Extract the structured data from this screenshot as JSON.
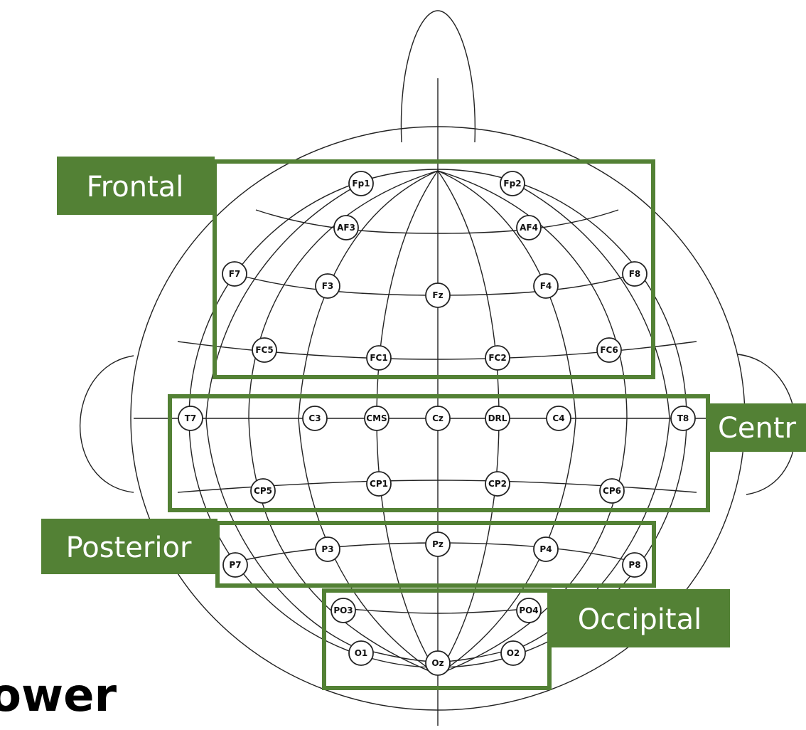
{
  "colors": {
    "region": "#538135",
    "label_text": "#ffffff",
    "line": "#222222"
  },
  "regions": [
    {
      "id": "frontal",
      "label": "Frontal"
    },
    {
      "id": "central",
      "label": "Centr"
    },
    {
      "id": "posterior",
      "label": "Posterior"
    },
    {
      "id": "occipital",
      "label": "Occipital"
    }
  ],
  "electrodes": [
    "Fp1",
    "Fp2",
    "AF3",
    "AF4",
    "F7",
    "F3",
    "Fz",
    "F4",
    "F8",
    "FC5",
    "FC1",
    "FC2",
    "FC6",
    "T7",
    "C3",
    "CMS",
    "Cz",
    "DRL",
    "C4",
    "T8",
    "CP5",
    "CP1",
    "CP2",
    "CP6",
    "P7",
    "P3",
    "Pz",
    "P4",
    "P8",
    "PO3",
    "PO4",
    "O1",
    "Oz",
    "O2"
  ],
  "bottom_text": "ower"
}
